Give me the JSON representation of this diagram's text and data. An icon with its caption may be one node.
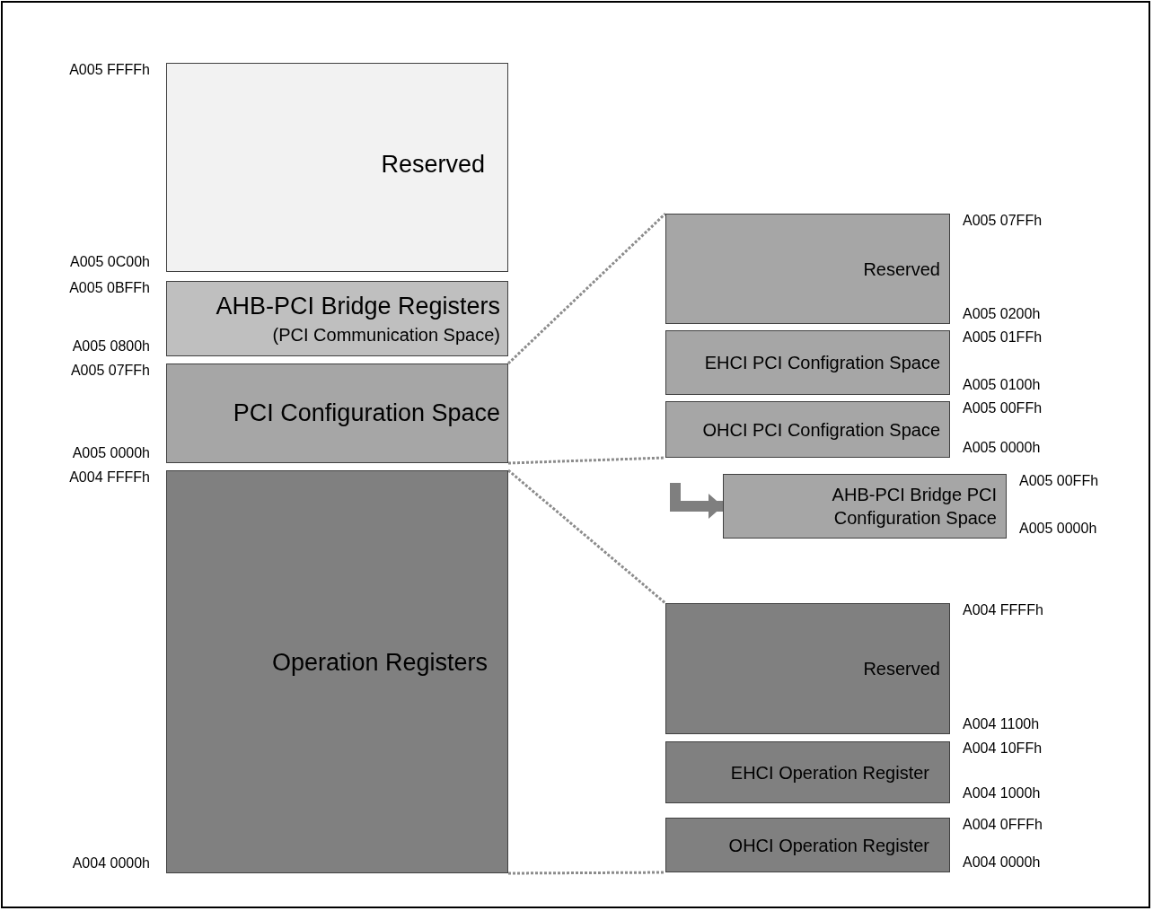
{
  "diagram": {
    "nodes": [
      {
        "text": [
          "Reserved"
        ],
        "beside": [
          "A005 FFFFh",
          "A005 0C00h"
        ]
      },
      {
        "text": [
          "AHB-PCI Bridge Registers",
          "(PCI Communication Space)"
        ],
        "beside": [
          "A005 0BFFh",
          "A005 0800h"
        ]
      },
      {
        "text": [
          "PCI Configuration Space"
        ],
        "beside": [
          "A005 07FFh",
          "A005 0000h"
        ]
      },
      {
        "text": [
          "Operation Registers"
        ],
        "beside": [
          "A004 FFFFh",
          "A004 0000h"
        ]
      },
      {
        "text": [
          "Reserved"
        ],
        "beside": [
          "A005 07FFh",
          "A005 0200h"
        ]
      },
      {
        "text": [
          "EHCI PCI Configration Space"
        ],
        "beside": [
          "A005 01FFh",
          "A005 0100h"
        ]
      },
      {
        "text": [
          "OHCI PCI Configration Space"
        ],
        "beside": [
          "A005 00FFh",
          "A005 0000h"
        ]
      },
      {
        "text": [
          "AHB-PCI Bridge PCI Configuration Space"
        ],
        "beside": [
          "A005 00FFh",
          "A005 0000h"
        ]
      },
      {
        "text": [
          "Reserved"
        ],
        "beside": [
          "A004 FFFFh",
          "A004 1100h"
        ]
      },
      {
        "text": [
          "EHCI Operation Register"
        ],
        "beside": [
          "A004 10FFh",
          "A004 1000h"
        ]
      },
      {
        "text": [
          "OHCI Operation Register"
        ],
        "beside": [
          "A004 0FFFh",
          "A004 0000h"
        ]
      }
    ],
    "edges": [
      {
        "from": 2,
        "to": 4,
        "arrow": "none",
        "style": "dashed"
      },
      {
        "from": 2,
        "to": 6,
        "arrow": "none",
        "style": "dashed"
      },
      {
        "from": 3,
        "to": 8,
        "arrow": "none",
        "style": "dashed"
      },
      {
        "from": 3,
        "to": 10,
        "arrow": "none",
        "style": "dashed"
      },
      {
        "from": null,
        "to": 7,
        "arrow": "to",
        "style": "thick"
      }
    ]
  }
}
